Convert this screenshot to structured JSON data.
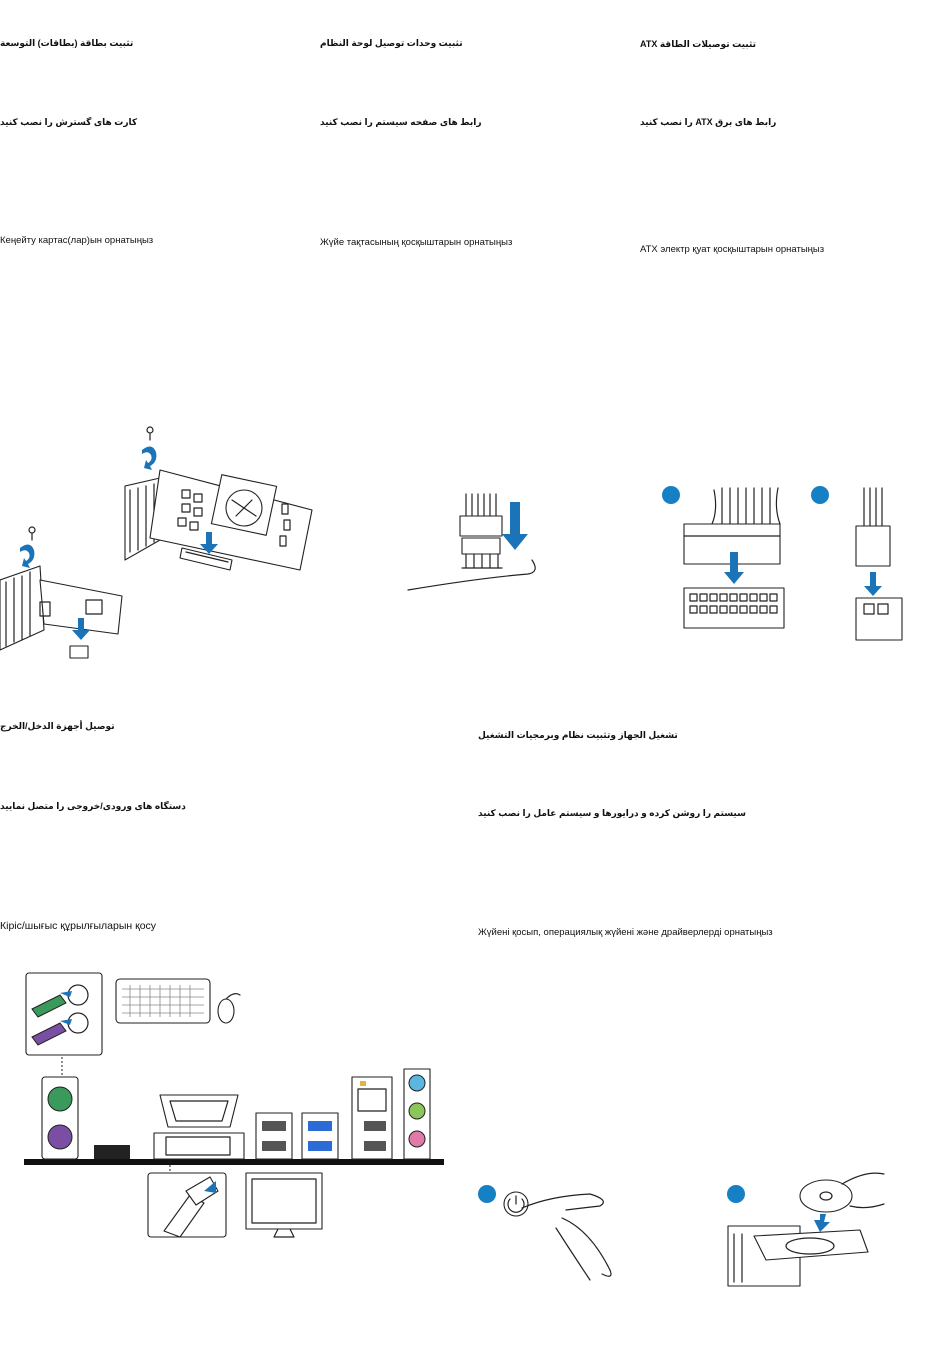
{
  "sections": {
    "expansion": {
      "arabic": "تثبيت بطاقة (بطاقات) التوسعة",
      "persian": "کارت های گسترش را نصب کنید",
      "kazakh": "Кеңейту картас(лар)ын орнатыңыз"
    },
    "panel": {
      "arabic": "تثبيت وحدات توصيل لوحة النظام",
      "persian": "رابط های صفحه سیستم را نصب کنید",
      "kazakh": "Жүйе тақтасының қосқыштарын орнатыңыз"
    },
    "atx": {
      "arabic": "تثبيت توصيلات الطاقة ATX",
      "persian": "رابط های برق ATX را نصب کنید",
      "kazakh": "ATX электр қуат қосқыштарын орнатыңыз",
      "badges": [
        "",
        ""
      ]
    },
    "io": {
      "arabic": "توصيل أجهزة الدخل/الخرج",
      "persian": "دستگاه های ورودی/خروجی را متصل نمایید",
      "kazakh": "Кіріс/шығыс құрылғыларын қосу"
    },
    "power_on": {
      "arabic": "تشغيل الجهاز وتثبيت نظام وبرمجيات التشغيل",
      "persian": "سیستم را روشن کرده و درایورها و سیستم عامل را نصب کنید",
      "kazakh": "Жүйені қосып, операциялық жүйені және драйверлерді орнатыңыз",
      "badges": [
        "",
        ""
      ]
    }
  },
  "colors": {
    "accent_blue": "#1b74b8",
    "ps2_mouse": "#3a9a5b",
    "ps2_keyboard": "#7a4fa3",
    "audio_line_in": "#5bb7e0",
    "audio_line_out": "#8cc65a",
    "audio_mic": "#e07aa8",
    "usb3": "#2a6bd4"
  }
}
